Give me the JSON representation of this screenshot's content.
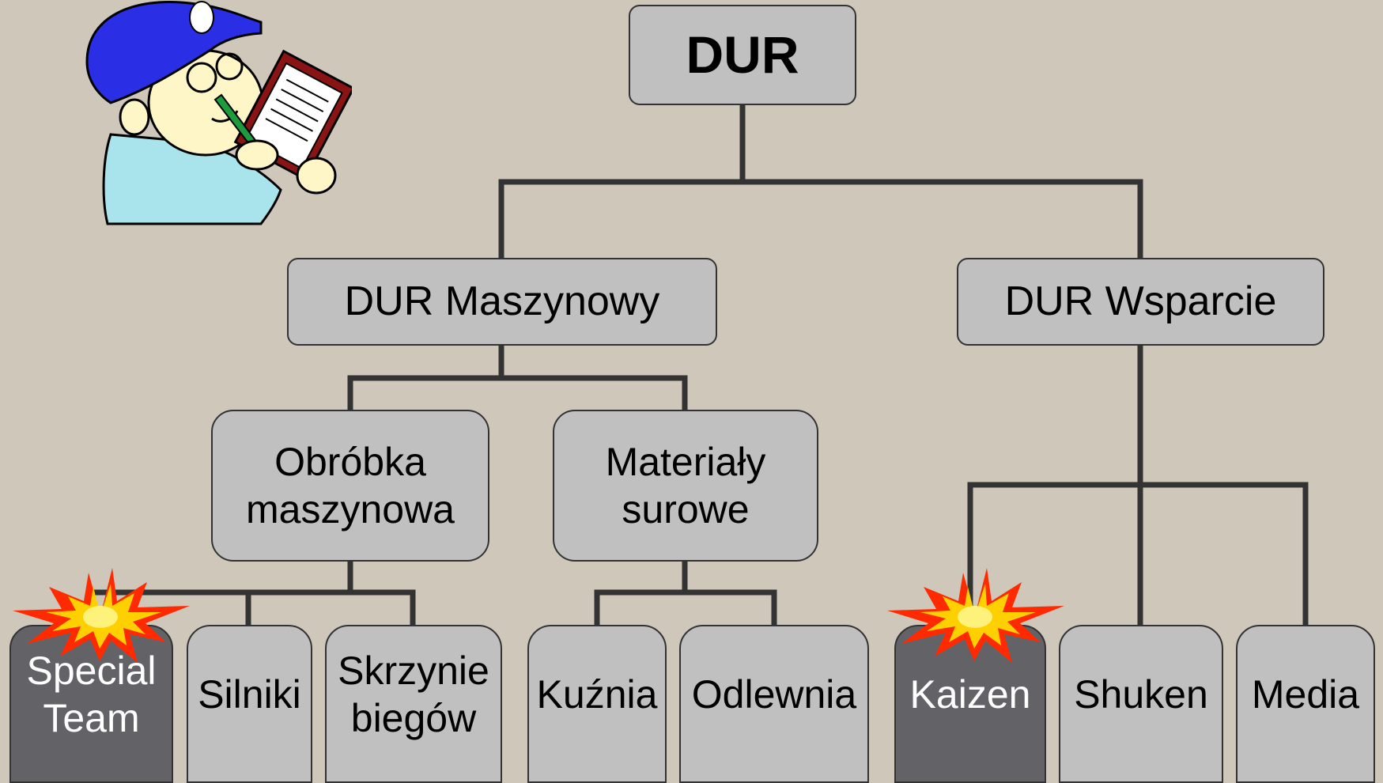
{
  "root": {
    "label": "DUR"
  },
  "level1": {
    "left": "DUR Maszynowy",
    "right": "DUR Wsparcie"
  },
  "level2": {
    "machining": [
      "Obróbka",
      "maszynowa"
    ],
    "materials": [
      "Materiały",
      "surowe"
    ]
  },
  "leaves": {
    "special_team": [
      "Special",
      "Team"
    ],
    "silniki": "Silniki",
    "skrzynie": [
      "Skrzynie",
      "biegów"
    ],
    "kuznia": "Kuźnia",
    "odlewnia": "Odlewnia",
    "kaizen": "Kaizen",
    "shuken": "Shuken",
    "media": "Media"
  },
  "colors": {
    "background": "#d0c7bb",
    "node": "#c0c0c0",
    "highlight_node": "#636266",
    "connector": "#333333",
    "burst_outer": "#ff2a00",
    "burst_inner": "#ffd000"
  },
  "icons": {
    "clipart": "worker-with-clipboard-icon",
    "highlight": "explosion-burst-icon"
  }
}
